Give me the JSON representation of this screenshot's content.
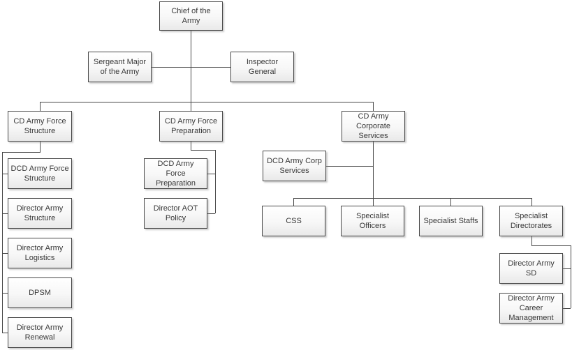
{
  "diagram": {
    "type": "org-chart",
    "colors": {
      "background": "#ffffff",
      "box_border": "#474747",
      "box_fill_top": "#ffffff",
      "box_fill_bottom": "#e9e9e9",
      "connector": "#474747",
      "text": "#383838"
    },
    "nodes": {
      "chief": {
        "label": "Chief of the Army"
      },
      "sergeant_major": {
        "label": "Sergeant Major of the Army"
      },
      "inspector_general": {
        "label": "Inspector General"
      },
      "cd_force_structure": {
        "label": "CD Army Force Structure"
      },
      "cd_force_preparation": {
        "label": "CD Army Force Preparation"
      },
      "cd_corporate_services": {
        "label": "CD Army Corporate Services"
      },
      "dcd_force_structure": {
        "label": "DCD Army Force Structure"
      },
      "director_army_structure": {
        "label": "Director Army Structure"
      },
      "director_army_logistics": {
        "label": "Director Army Logistics"
      },
      "dpsm": {
        "label": "DPSM"
      },
      "director_army_renewal": {
        "label": "Director Army Renewal"
      },
      "dcd_force_preparation": {
        "label": "DCD Army Force Preparation"
      },
      "director_aot_policy": {
        "label": "Director AOT Policy"
      },
      "dcd_corp_services": {
        "label": "DCD Army Corp Services"
      },
      "css": {
        "label": "CSS"
      },
      "specialist_officers": {
        "label": "Specialist Officers"
      },
      "specialist_staffs": {
        "label": "Specialist Staffs"
      },
      "specialist_directorates": {
        "label": "Specialist Directorates"
      },
      "director_army_sd": {
        "label": "Director Army SD"
      },
      "director_army_career_management": {
        "label": "Director Army Career Management"
      }
    }
  }
}
